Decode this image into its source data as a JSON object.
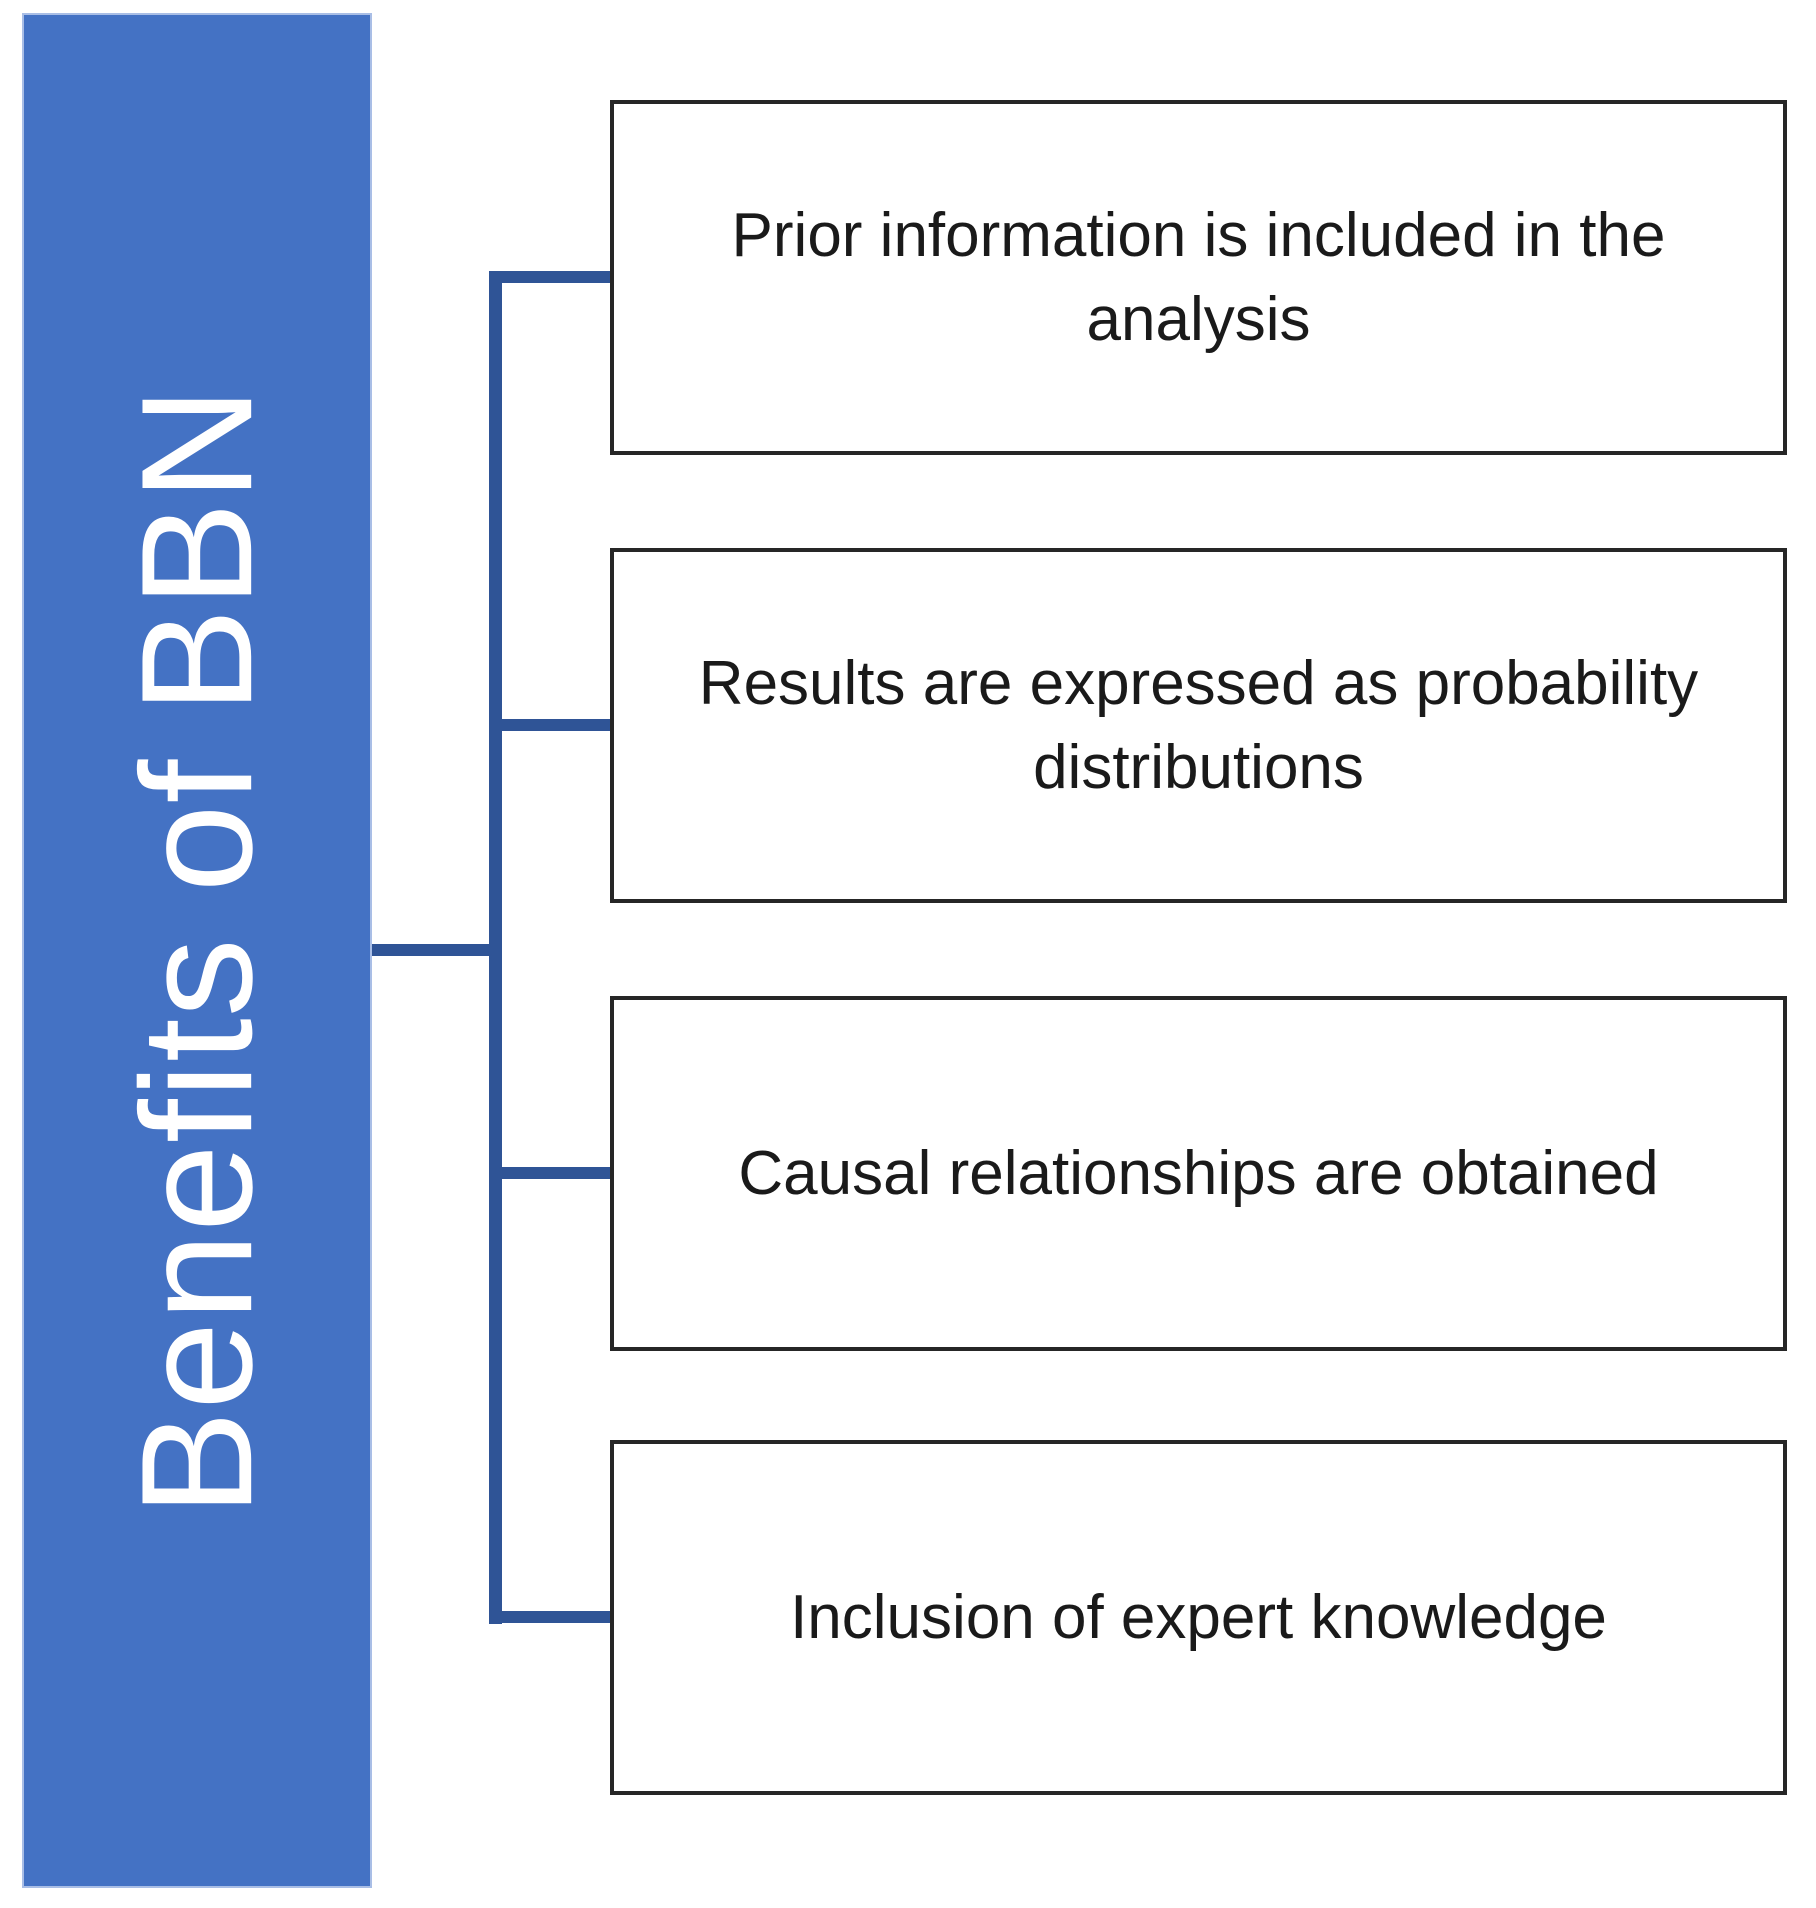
{
  "title": {
    "text": "Benefits of BBN"
  },
  "nodes": [
    {
      "label": "Prior information is included in the analysis"
    },
    {
      "label": "Results are expressed as probability distributions"
    },
    {
      "label": "Causal relationships are obtained"
    },
    {
      "label": "Inclusion of expert knowledge"
    }
  ],
  "colors": {
    "bar_fill": "#4472C4",
    "bar_edge": "#A9BEE6",
    "title_text": "#FFFFFF",
    "connector": "#2F5496",
    "box_border": "#262626",
    "box_text": "#1A1A1A"
  }
}
